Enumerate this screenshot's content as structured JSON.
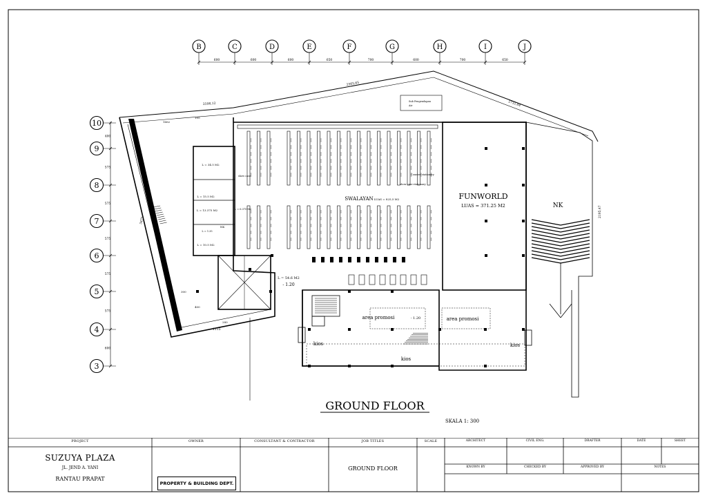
{
  "drawing": {
    "title": "GROUND FLOOR",
    "scale": "SKALA 1: 300",
    "column_grid": {
      "labels": [
        "B",
        "C",
        "D",
        "E",
        "F",
        "G",
        "H",
        "I",
        "J"
      ],
      "spacings": [
        "600",
        "600",
        "600",
        "650",
        "700",
        "600",
        "700",
        "650"
      ]
    },
    "row_grid": {
      "labels": [
        "10",
        "9",
        "8",
        "7",
        "6",
        "5",
        "4",
        "3"
      ],
      "spacings": [
        "400",
        "575",
        "575",
        "575",
        "575",
        "575",
        "600"
      ]
    },
    "dimensions": {
      "top_left": "2598,12",
      "top_mid": "2565,65",
      "top_right": "2732,84",
      "right_side": "2195,47",
      "left_side": "3475",
      "bottom_left": "1115",
      "small_1662": "1662",
      "small_105": "105",
      "small_300": "300",
      "small_400": "400",
      "small_280": "280"
    },
    "rooms": {
      "funworld": "FUNWORLD",
      "funworld_area": "LUAS = 371.25 M2",
      "swalayan": "SWALAYAN",
      "swalayan_area": "LUAS = 825,5 M2",
      "nk": "NK",
      "nk_small": "NK",
      "area_promosi_1": "area promosi",
      "area_promosi_2": "area promosi",
      "level_minus": "- 1.20",
      "level_minus_2": "- 1.20",
      "level_room": "L = 54.6 M2",
      "kios_1": "kios",
      "kios_2": "kios",
      "kios_3": "kios",
      "room_1": "L = 34.5 M2",
      "room_2": "L = 15.5 M2",
      "room_3": "L = 13.375 M2",
      "room_4": "L = 10.5 M2",
      "room_5": "L = 6.375 M2",
      "room_6": "L = 1.35",
      "counter_stationary": "Counter stationary",
      "show_case": "show case stationary",
      "show_case_2": "show case",
      "sub_panel_1": "Sub Pengendapan",
      "sub_panel_2": "Air"
    }
  },
  "title_block": {
    "project_label": "PROJECT",
    "project_name": "SUZUYA PLAZA",
    "project_address": "JL. JEND A. YANI",
    "project_city": "RANTAU  PRAPAT",
    "owner_label": "OWNER",
    "owner_value": "PROPERTY & BUILDING DEPT.",
    "consultant_label": "CONSULTANT & CONTRACTOR",
    "job_titles_label": "JOB TITLES",
    "job_title_value": "GROUND FLOOR",
    "scale_label": "SCALE",
    "architect_label": "ARCHITECT",
    "civil_label": "CIVIL ENG.",
    "drafter_label": "DRAFTER",
    "date_label": "DATE",
    "sheet_label": "SHEET",
    "known_by_label": "KNOWN BY",
    "checked_by_label": "CHECKED BY",
    "approved_by_label": "APPROVED BY",
    "notes_label": "NOTES"
  }
}
